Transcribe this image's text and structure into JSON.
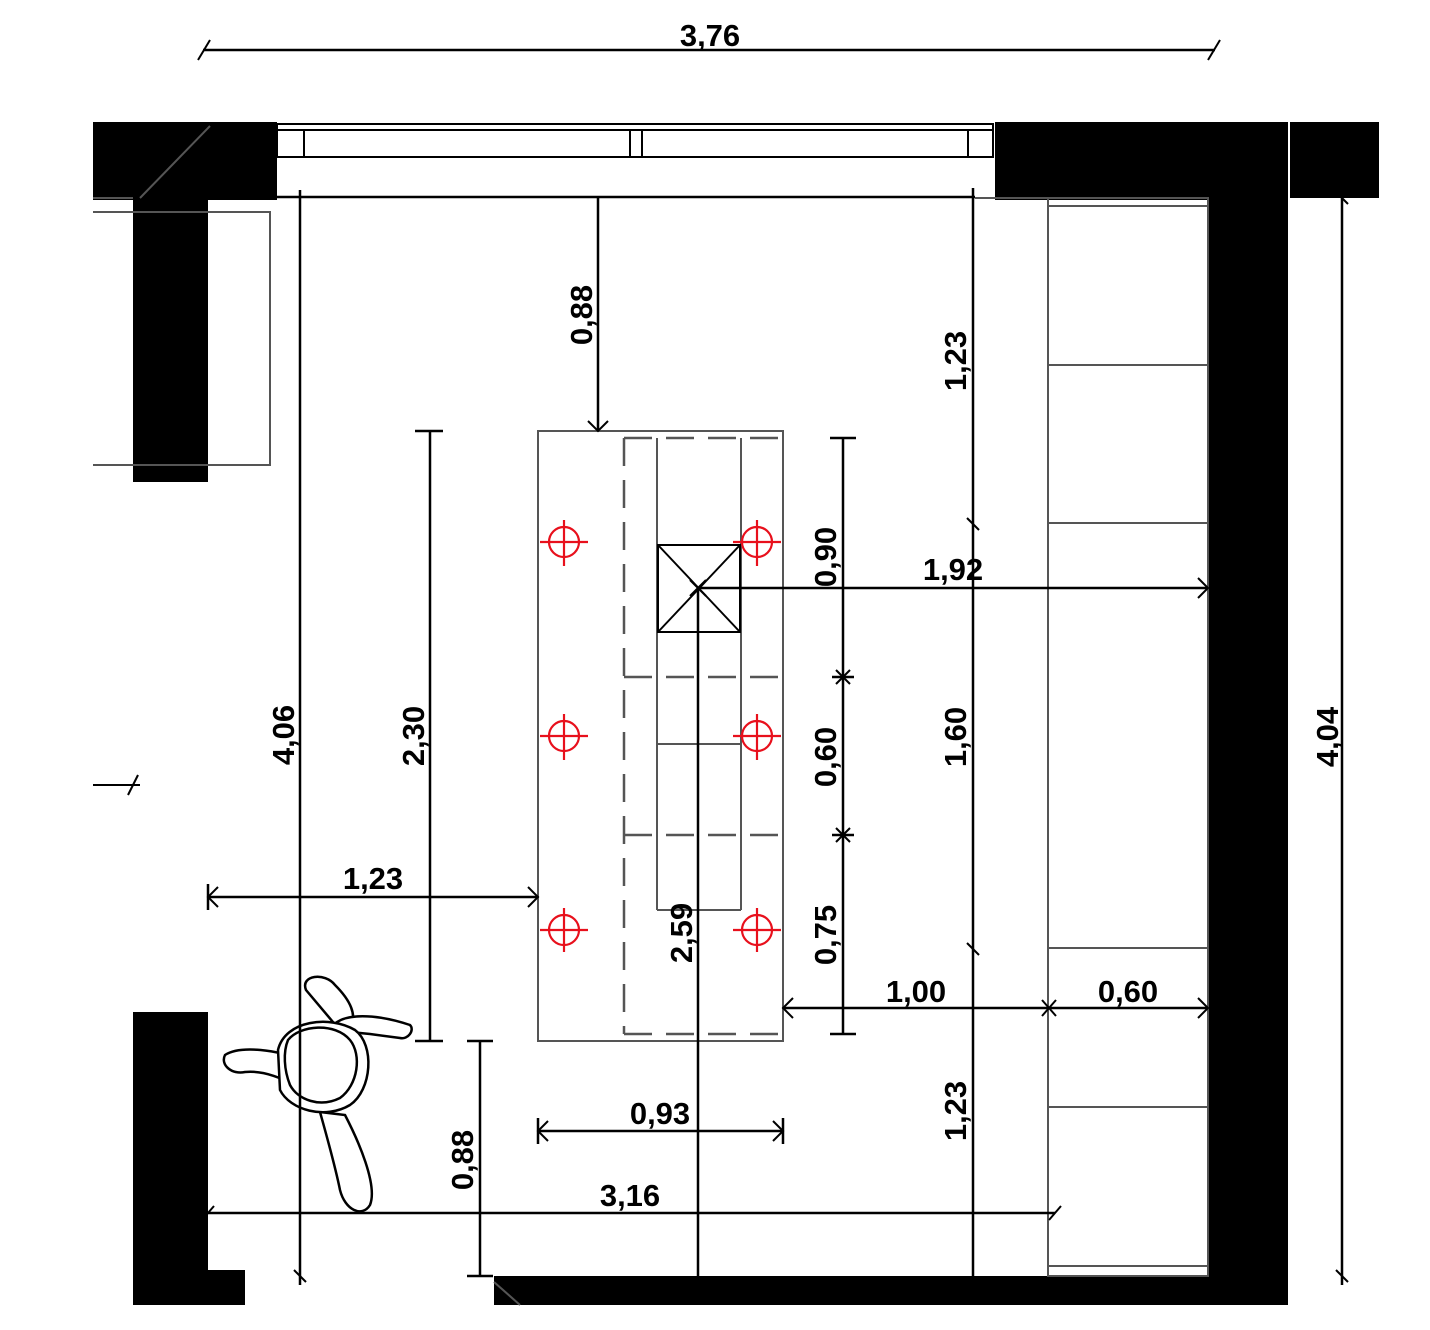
{
  "dimensions": {
    "overall_width": "3,76",
    "left_height": "4,06",
    "right_height": "4,04",
    "top_to_island": "0,88",
    "island_length": "2,30",
    "wall_to_island": "1,23",
    "right_upper": "1,23",
    "right_middle": "1,60",
    "right_lower": "1,23",
    "segment_top": "0,90",
    "segment_middle": "0,60",
    "segment_bottom": "0,75",
    "center_to_wall": "1,92",
    "island_to_cabinet": "1,00",
    "cabinet_depth": "0,60",
    "island_width": "0,93",
    "island_to_bottom": "0,88",
    "inner_width": "3,16",
    "center_length": "2,59"
  },
  "colors": {
    "wall": "#000000",
    "light_fixture": "#e8101c",
    "furniture_outline": "#555555"
  },
  "icons": [
    "downlight-icon",
    "person-topview-icon"
  ]
}
